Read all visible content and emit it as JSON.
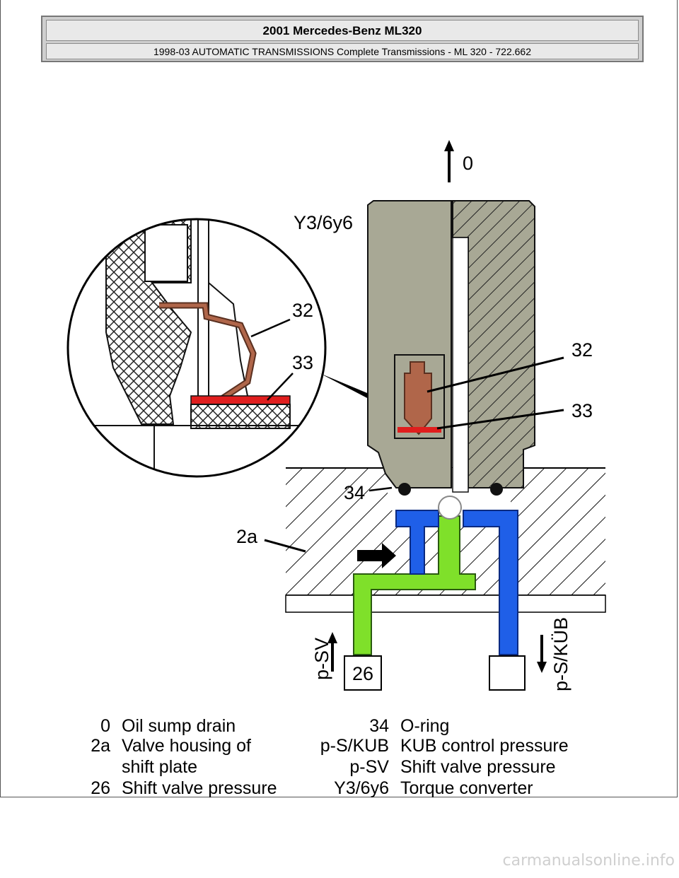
{
  "header": {
    "title": "2001 Mercedes-Benz ML320",
    "subtitle": "1998-03 AUTOMATIC TRANSMISSIONS Complete Transmissions - ML 320 - 722.662"
  },
  "diagram_labels": {
    "l0": "0",
    "y36y6": "Y3/6y6",
    "l32_detail": "32",
    "l33_detail": "33",
    "l32": "32",
    "l33": "33",
    "l34": "34",
    "l2a": "2a",
    "psv": "p-SV",
    "l26": "26",
    "pskub": "p-S/KÜB"
  },
  "legend": {
    "left": [
      {
        "code": "0",
        "text": "Oil sump drain"
      },
      {
        "code": "2a",
        "text": "Valve housing of"
      },
      {
        "code": "",
        "text": "shift plate"
      },
      {
        "code": "26",
        "text": "Shift valve pressure"
      }
    ],
    "right": [
      {
        "code": "34",
        "text": "O-ring"
      },
      {
        "code": "p-S/KUB",
        "text": "KUB control pressure"
      },
      {
        "code": "p-SV",
        "text": "Shift valve pressure"
      },
      {
        "code": "Y3/6y6",
        "text": "Torque converter"
      }
    ]
  },
  "colors": {
    "green_channel": "#7fe02a",
    "blue_channel": "#1f5fe8",
    "valve_body": "#a8a895",
    "piston": "#b0664a",
    "seal": "#e01e1e"
  },
  "watermark": "carmanualsonline.info"
}
